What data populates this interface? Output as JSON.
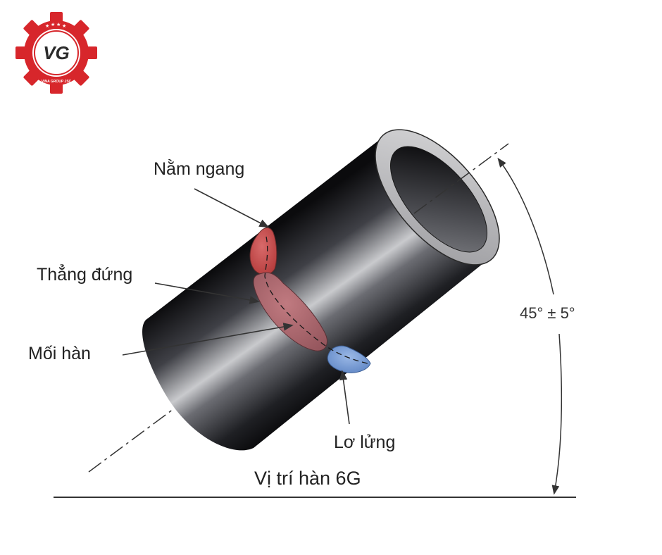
{
  "logo": {
    "monogram": "VG",
    "ring_text": "VINA GROUP JSC",
    "colors": {
      "gear": "#d7262b",
      "dark": "#2b2b2b",
      "white": "#ffffff"
    }
  },
  "labels": {
    "flat": "Nằm ngang",
    "vertical": "Thẳng đứng",
    "weld": "Mối hàn",
    "overhead": "Lơ lửng",
    "angle": "45° ± 5°",
    "title": "Vị trí hàn 6G"
  },
  "colors": {
    "weld_red": "#c24a4a",
    "weld_mid": "#a86a70",
    "weld_blue": "#7a9fd4",
    "line": "#333333"
  }
}
